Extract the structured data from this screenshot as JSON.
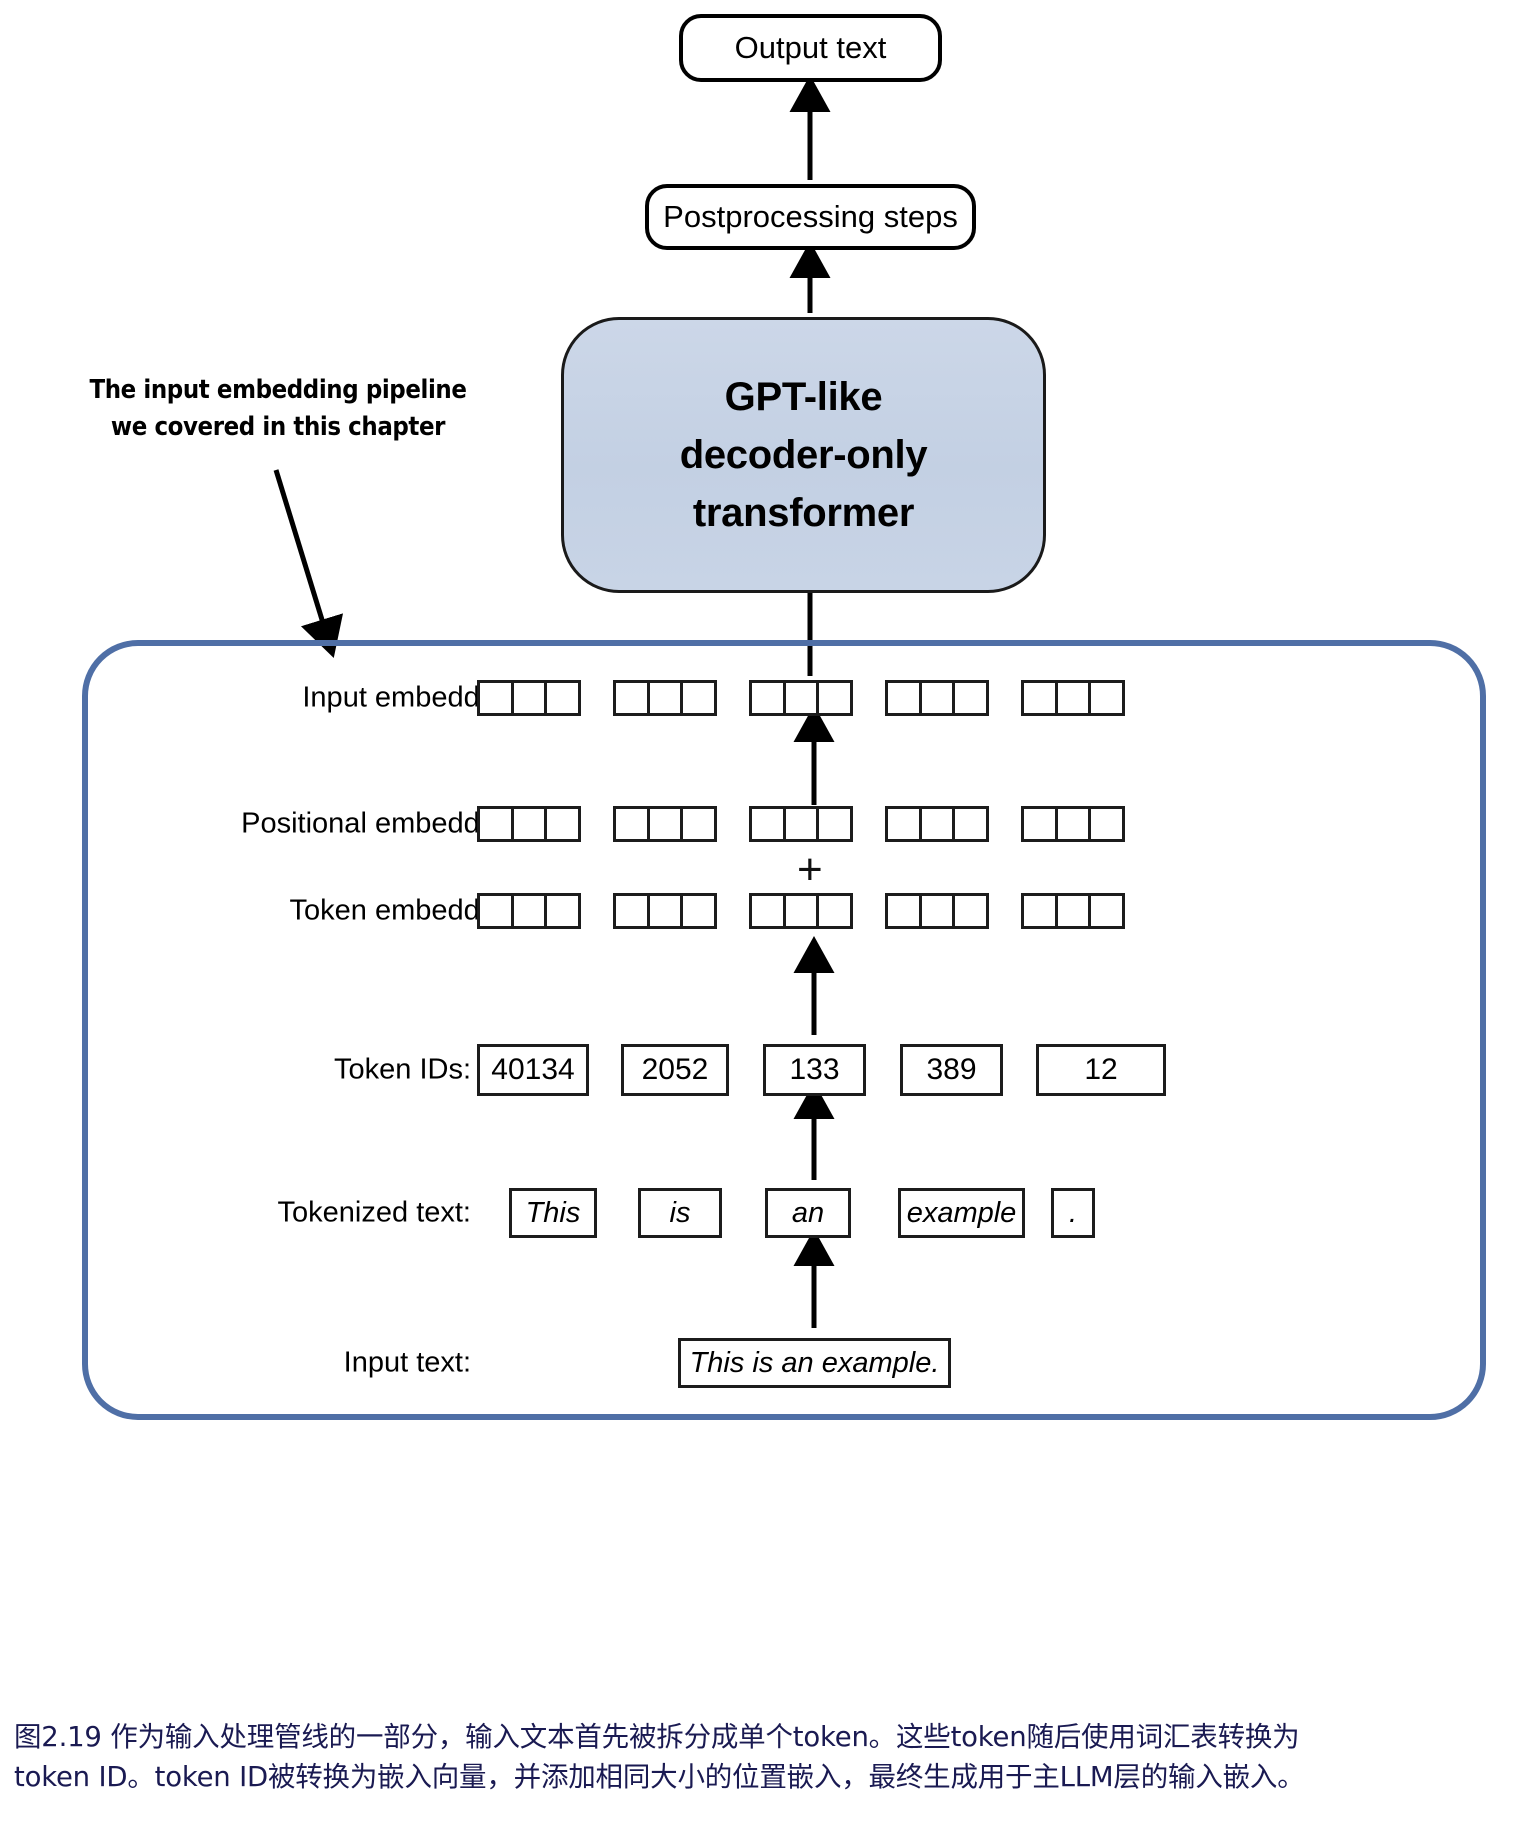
{
  "figure": {
    "top_boxes": {
      "output_text": "Output text",
      "postprocessing": "Postprocessing steps"
    },
    "transformer": {
      "line1": "GPT-like",
      "line2": "decoder-only",
      "line3": "transformer",
      "fill_color": "#c6d2e4",
      "border_color": "#1a1a1a"
    },
    "annotation": {
      "line1": "The input embedding pipeline",
      "line2": "we covered in this chapter"
    },
    "pipeline_box": {
      "border_color": "#4f6fa6"
    },
    "operator": {
      "plus": "+"
    },
    "rows": [
      {
        "id": "input-embeddings",
        "label": "Input embeddings:",
        "kind": "cells",
        "groups": 5,
        "cells_per_group": 3
      },
      {
        "id": "positional-embeddings",
        "label": "Positional embeddings:",
        "kind": "cells",
        "groups": 5,
        "cells_per_group": 3
      },
      {
        "id": "token-embeddings",
        "label": "Token embeddings:",
        "kind": "cells",
        "groups": 5,
        "cells_per_group": 3
      },
      {
        "id": "token-ids",
        "label": "Token IDs:",
        "kind": "values",
        "values": [
          "40134",
          "2052",
          "133",
          "389",
          "12"
        ]
      },
      {
        "id": "tokenized-text",
        "label": "Tokenized text:",
        "kind": "values",
        "italic": true,
        "values": [
          "This",
          "is",
          "an",
          "example",
          "."
        ]
      },
      {
        "id": "input-text",
        "label": "Input text:",
        "kind": "single",
        "value": "This is an example."
      }
    ]
  },
  "caption": {
    "line1": "图2.19 作为输入处理管线的一部分，输入文本首先被拆分成单个token。这些token随后使用词汇表转换为",
    "line2": "token ID。token ID被转换为嵌入向量，并添加相同大小的位置嵌入，最终生成用于主LLM层的输入嵌入。",
    "color": "#1a1a52"
  }
}
